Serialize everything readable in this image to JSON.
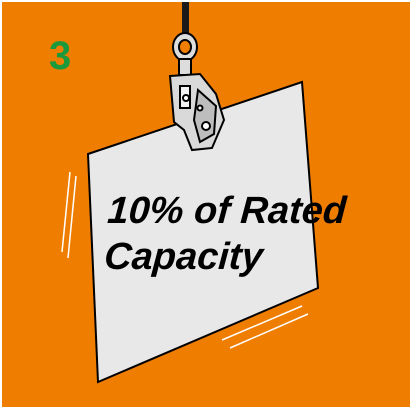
{
  "step": {
    "number": "3"
  },
  "caption": {
    "line1": "10% of Rated",
    "line2": "Capacity"
  },
  "colors": {
    "background": "#ef7d00",
    "step_number": "#1a9a3c",
    "plate": "#e8e8e8",
    "outline": "#000000"
  },
  "icons": [
    "lifting-clamp-icon",
    "chain-icon",
    "steel-plate-icon"
  ]
}
